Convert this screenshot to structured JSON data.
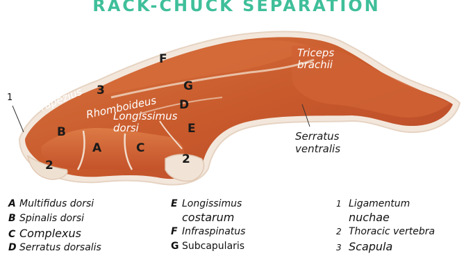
{
  "title": "RACK-CHUCK SEPARATION",
  "photo_labels": {
    "F": "F",
    "triceps": "Triceps\nbrachii",
    "trapezius": "Trapezius",
    "three": "3",
    "rhomboideus": "Rhomboideus",
    "G": "G",
    "D": "D",
    "longissimus": "Longissimus\ndorsi",
    "one": "1",
    "B": "B",
    "E": "E",
    "A": "A",
    "C": "C",
    "serratus": "Serratus\nventralis",
    "two_left": "2",
    "two_right": "2"
  },
  "legend": {
    "col1": [
      {
        "key": "A",
        "text": "Multifidus dorsi"
      },
      {
        "key": "B",
        "text": "Spinalis dorsi"
      },
      {
        "key": "C",
        "text": "Complexus"
      },
      {
        "key": "D",
        "text": "Serratus dorsalis"
      }
    ],
    "col2": [
      {
        "key": "E",
        "text": "Longissimus",
        "text2": "costarum"
      },
      {
        "key": "F",
        "text": "Infraspinatus"
      },
      {
        "key": "G",
        "text": "Subcapularis"
      }
    ],
    "col3": [
      {
        "key": "1",
        "text": "Ligamentum",
        "text2": "nuchae"
      },
      {
        "key": "2",
        "text": "Thoracic vertebra"
      },
      {
        "key": "3",
        "text": "Scapula"
      }
    ]
  }
}
